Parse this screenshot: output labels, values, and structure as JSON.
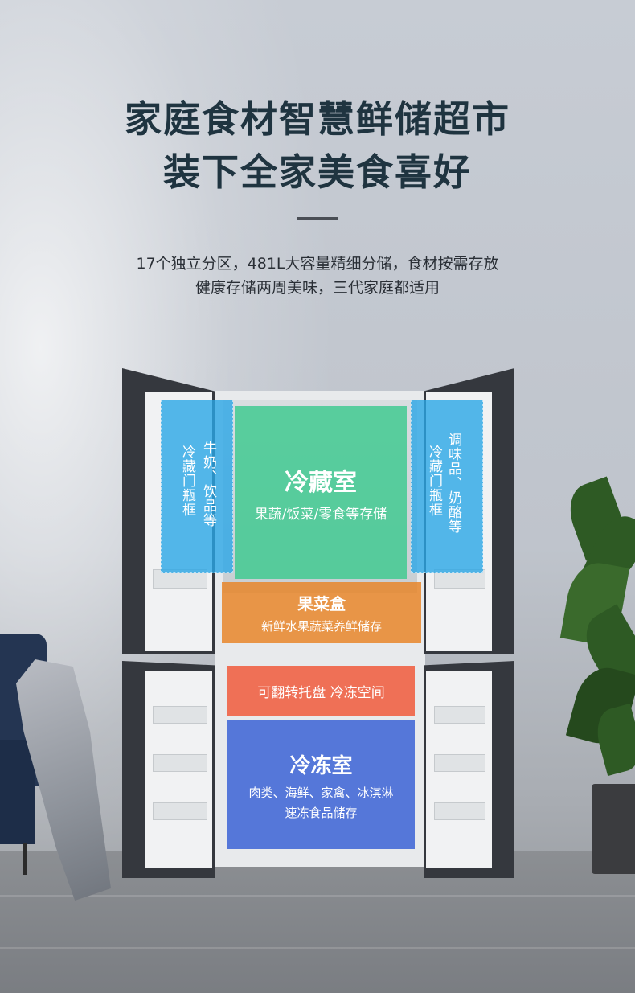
{
  "headline": {
    "line1": "家庭食材智慧鲜储超市",
    "line2": "装下全家美食喜好"
  },
  "description": {
    "line1": "17个独立分区，481L大容量精细分储，食材按需存放",
    "line2": "健康存储两周美味，三代家庭都适用"
  },
  "zones": {
    "left_door": {
      "label1": "冷藏门瓶框",
      "label2": "牛奶、饮品等"
    },
    "right_door": {
      "label1": "冷藏门瓶框",
      "label2": "调味品、奶酪等"
    },
    "fridge": {
      "title": "冷藏室",
      "desc": "果蔬/饭菜/零食等存储"
    },
    "crisper": {
      "title": "果菜盒",
      "desc": "新鲜水果蔬菜养鲜储存"
    },
    "flip_tray": {
      "text": "可翻转托盘 冷冻空间"
    },
    "freezer": {
      "title": "冷冻室",
      "desc1": "肉类、海鲜、家禽、冰淇淋",
      "desc2": "速冻食品储存"
    }
  },
  "colors": {
    "fridge_zone": "#3cc98f",
    "door_zone": "#2aa6e6",
    "crisper_zone": "#e8862a",
    "flip_zone": "#f05a3c",
    "freezer_zone": "#3b63d6"
  }
}
